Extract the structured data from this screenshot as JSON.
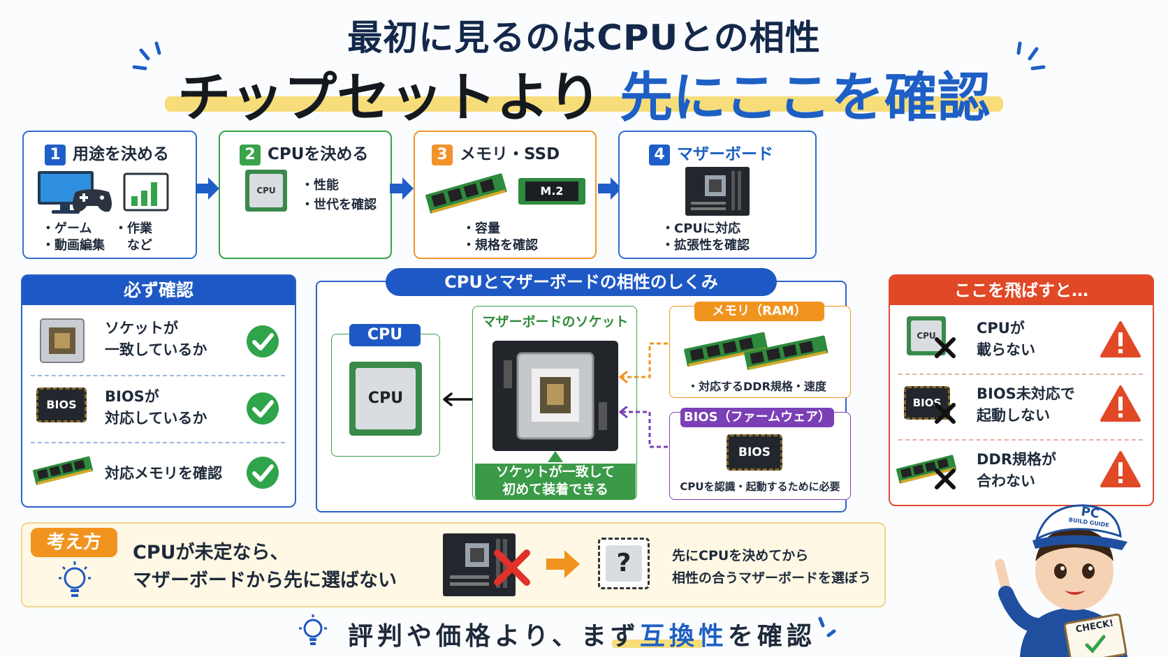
{
  "header": {
    "subtitle": "最初に見るのはCPUとの相性",
    "title_main": "チップセットより",
    "title_accent": "先にここを確認"
  },
  "steps": [
    {
      "num": "1",
      "label": "用途を決める",
      "bullets": [
        "・ゲーム",
        "・作業",
        "・動画編集",
        "など"
      ]
    },
    {
      "num": "2",
      "label": "CPUを決める",
      "chip_label": "CPU",
      "bullets": [
        "・性能",
        "・世代を確認"
      ]
    },
    {
      "num": "3",
      "label": "メモリ・SSD",
      "ssd_label": "M.2",
      "bullets": [
        "・容量",
        "・規格を確認"
      ]
    },
    {
      "num": "4",
      "label": "マザーボード",
      "bullets": [
        "・CPUに対応",
        "・拡張性を確認"
      ]
    }
  ],
  "must_check": {
    "title": "必ず確認",
    "items": [
      {
        "text1": "ソケットが",
        "text2": "一致しているか"
      },
      {
        "chip": "BIOS",
        "text1": "BIOSが",
        "text2": "対応しているか"
      },
      {
        "text1": "対応メモリを確認",
        "text2": ""
      }
    ]
  },
  "mechanism": {
    "title": "CPUとマザーボードの相性のしくみ",
    "cpu_tag": "CPU",
    "cpu_chip": "CPU",
    "socket_title": "マザーボードのソケット",
    "socket_note1": "ソケットが一致して",
    "socket_note2": "初めて装着できる",
    "memory_tag": "メモリ（RAM）",
    "memory_note": "・対応するDDR規格・速度",
    "bios_tag": "BIOS（ファームウェア）",
    "bios_chip": "BIOS",
    "bios_note": "CPUを認識・起動するために必要"
  },
  "skip": {
    "title": "ここを飛ばすと…",
    "items": [
      {
        "chip": "CPU",
        "text1": "CPUが",
        "text2": "載らない"
      },
      {
        "chip": "BIOS",
        "text1": "BIOS未対応で",
        "text2": "起動しない"
      },
      {
        "text1": "DDR規格が",
        "text2": "合わない"
      }
    ]
  },
  "thinking": {
    "tag": "考え方",
    "line1": "CPUが未定なら、",
    "line2": "マザーボードから先に選ばない",
    "question": "?",
    "note1": "先にCPUを決めてから",
    "note2": "相性の合うマザーボードを選ぼう"
  },
  "mascot": {
    "cap_title": "PC",
    "cap_sub": "BUILD GUIDE",
    "clipboard": "CHECK!"
  },
  "footer": {
    "before": "評判や価格より、まず",
    "accent": "互換性",
    "after": "を確認"
  },
  "colors": {
    "blue": "#1e58c4",
    "green": "#39a34b",
    "orange": "#f2922a",
    "red": "#e14826",
    "purple": "#7b3fb6"
  }
}
